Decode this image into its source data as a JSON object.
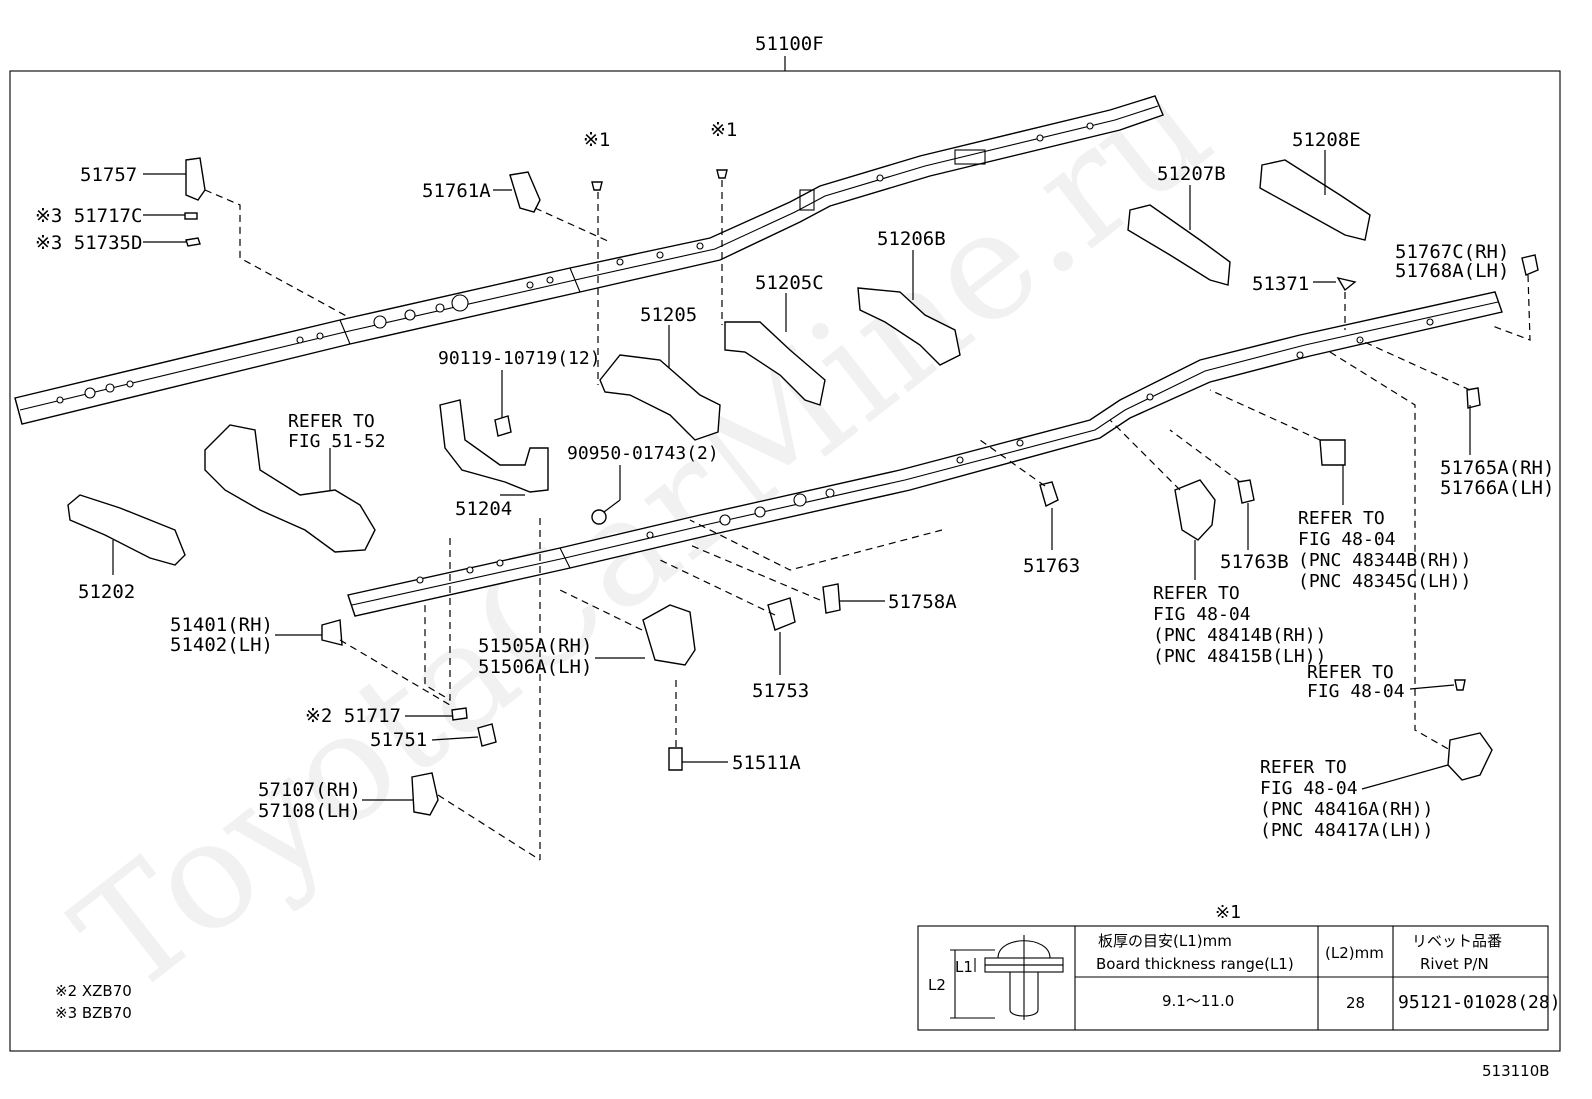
{
  "assembly_label": "51100F",
  "figure_code": "513110B",
  "watermark": "ToyotaCarMine.ru",
  "parts": {
    "p51757": "51757",
    "p51717C": "※3 51717C",
    "p51735D": "※3 51735D",
    "p51761A": "51761A",
    "rivet_mark_1": "※1",
    "rivet_mark_2": "※1",
    "p51205": "51205",
    "p51205C": "51205C",
    "p51206B": "51206B",
    "p51207B": "51207B",
    "p51208E": "51208E",
    "p51767C": "51767C(RH)",
    "p51768A": "51768A(LH)",
    "p51371": "51371",
    "p90119": "90119-10719(12)",
    "refer_5152_a": "REFER TO",
    "refer_5152_b": "FIG 51-52",
    "p51204": "51204",
    "p90950": "90950-01743(2)",
    "p51202": "51202",
    "p51765A": "51765A(RH)",
    "p51766A": "51766A(LH)",
    "p51763": "51763",
    "p51763B": "51763B",
    "refer_4804_a1": "REFER TO",
    "refer_4804_a2": "FIG 48-04",
    "refer_4804_a3": "(PNC 48344B(RH))",
    "refer_4804_a4": "(PNC 48345C(LH))",
    "refer_4804_b1": "REFER TO",
    "refer_4804_b2": "FIG 48-04",
    "refer_4804_b3": "(PNC 48414B(RH))",
    "refer_4804_b4": "(PNC 48415B(LH))",
    "refer_4804_c1": "REFER TO",
    "refer_4804_c2": "FIG 48-04",
    "refer_4804_d1": "REFER TO",
    "refer_4804_d2": "FIG 48-04",
    "refer_4804_d3": "(PNC 48416A(RH))",
    "refer_4804_d4": "(PNC 48417A(LH))",
    "p51401": "51401(RH)",
    "p51402": "51402(LH)",
    "p51505A": "51505A(RH)",
    "p51506A": "51506A(LH)",
    "p51753": "51753",
    "p51758A": "51758A",
    "p51717": "※2 51717",
    "p51751": "51751",
    "p51511A": "51511A",
    "p57107": "57107(RH)",
    "p57108": "57108(LH)"
  },
  "notes": {
    "note2": "※2 XZB70",
    "note3": "※3 BZB70"
  },
  "rivet_table": {
    "mark": "※1",
    "dim_l1": "L1",
    "dim_l2": "L2",
    "header_thickness_jp": "板厚の目安(L1)mm",
    "header_thickness_en": "Board thickness range(L1)",
    "header_l2": "(L2)mm",
    "header_rivet_jp": "リベット品番",
    "header_rivet_en": "Rivet P/N",
    "value_thickness": "9.1～11.0",
    "value_l2": "28",
    "value_rivet": "95121-01028(28)"
  }
}
